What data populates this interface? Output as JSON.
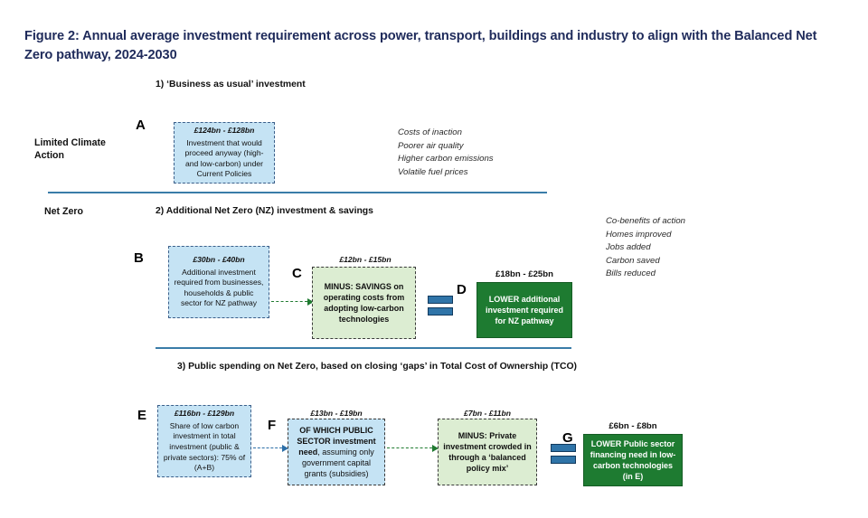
{
  "figure": {
    "title": "Figure 2: Annual average investment requirement across power, transport, buildings and industry to align with the Balanced Net Zero pathway, 2024-2030"
  },
  "sections": {
    "one": {
      "heading": "1) ‘Business as usual’ investment"
    },
    "two": {
      "heading": "2) Additional Net Zero (NZ) investment & savings"
    },
    "three": {
      "heading": "3) Public spending on Net Zero, based on closing ‘gaps’ in Total Cost of Ownership (TCO)"
    }
  },
  "stage_labels": {
    "limited": "Limited Climate Action",
    "netzero": "Net Zero"
  },
  "markers": {
    "a": "A",
    "b": "B",
    "c": "C",
    "d": "D",
    "e": "E",
    "f": "F",
    "g": "G"
  },
  "boxes": {
    "a": {
      "value": "£124bn - £128bn",
      "text": "Investment that would proceed anyway (high- and low-carbon) under Current Policies"
    },
    "b": {
      "value": "£30bn - £40bn",
      "text": "Additional investment required from businesses, households & public sector for NZ pathway"
    },
    "c": {
      "caption": "£12bn - £15bn",
      "text": "MINUS: SAVINGS on operating costs from adopting low-carbon technologies"
    },
    "d": {
      "caption": "£18bn - £25bn",
      "text": "LOWER additional investment required for NZ pathway"
    },
    "e": {
      "value": "£116bn - £129bn",
      "text": "Share of low carbon investment in total investment (public & private sectors): 75% of (A+B)"
    },
    "f": {
      "caption": "£13bn - £19bn",
      "bold_text": "OF WHICH PUBLIC SECTOR investment need",
      "rest_text": ", assuming only government capital grants (subsidies)"
    },
    "private": {
      "caption": "£7bn - £11bn",
      "text": "MINUS: Private investment crowded in through a ‘balanced policy mix’"
    },
    "g": {
      "caption": "£6bn - £8bn",
      "text": "LOWER Public sector financing need in low-carbon technologies (in E)"
    }
  },
  "notes": {
    "inaction": "Costs of inaction\nPoorer air quality\nHigher carbon emissions\nVolatile fuel prices",
    "cobenefits": "Co-benefits of action\nHomes improved\nJobs added\nCarbon saved\nBills reduced"
  },
  "colors": {
    "title": "#1f2b5b",
    "divider": "#3a7ca8",
    "box_blue_fill": "#c5e3f4",
    "box_green_light_fill": "#dcedd2",
    "box_green_dark_fill": "#1e7b31",
    "arrow_green": "#1f7a30",
    "arrow_blue": "#2c6fa8"
  }
}
